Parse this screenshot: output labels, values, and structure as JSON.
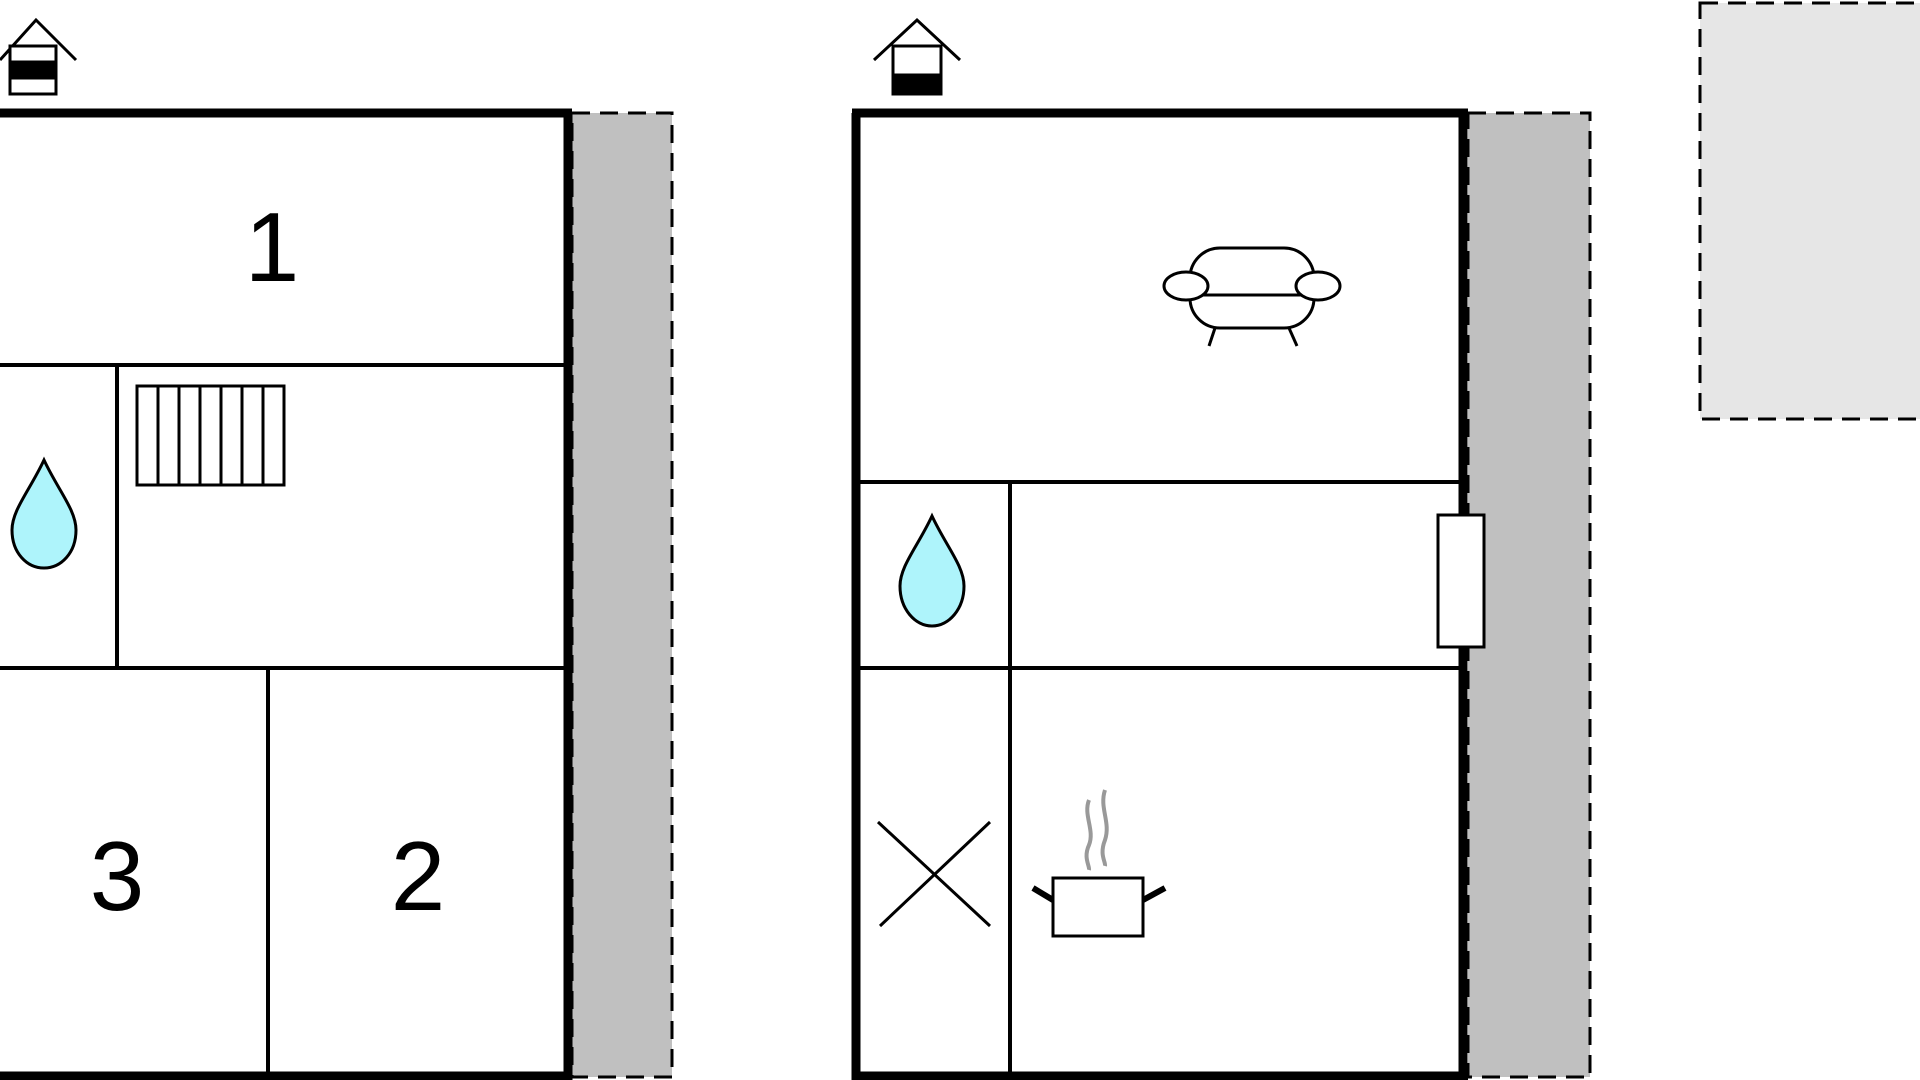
{
  "floors": [
    {
      "id": "upper",
      "room_numbers": [
        "1",
        "3",
        "2"
      ]
    },
    {
      "id": "ground",
      "room_numbers": []
    }
  ],
  "icons": {
    "floor_indicator_upper": "house-upper-floor-icon",
    "floor_indicator_ground": "house-ground-floor-icon",
    "bathroom": "water-drop-icon",
    "radiator": "radiator-icon",
    "living_room": "sofa-icon",
    "kitchen": "cooking-pot-icon",
    "stairs": "cross-icon"
  },
  "colors": {
    "wall": "#000000",
    "balcony": "#c0c0c0",
    "terrace": "#e6e6e6",
    "water": "#aef4fb",
    "steam": "#999999"
  }
}
